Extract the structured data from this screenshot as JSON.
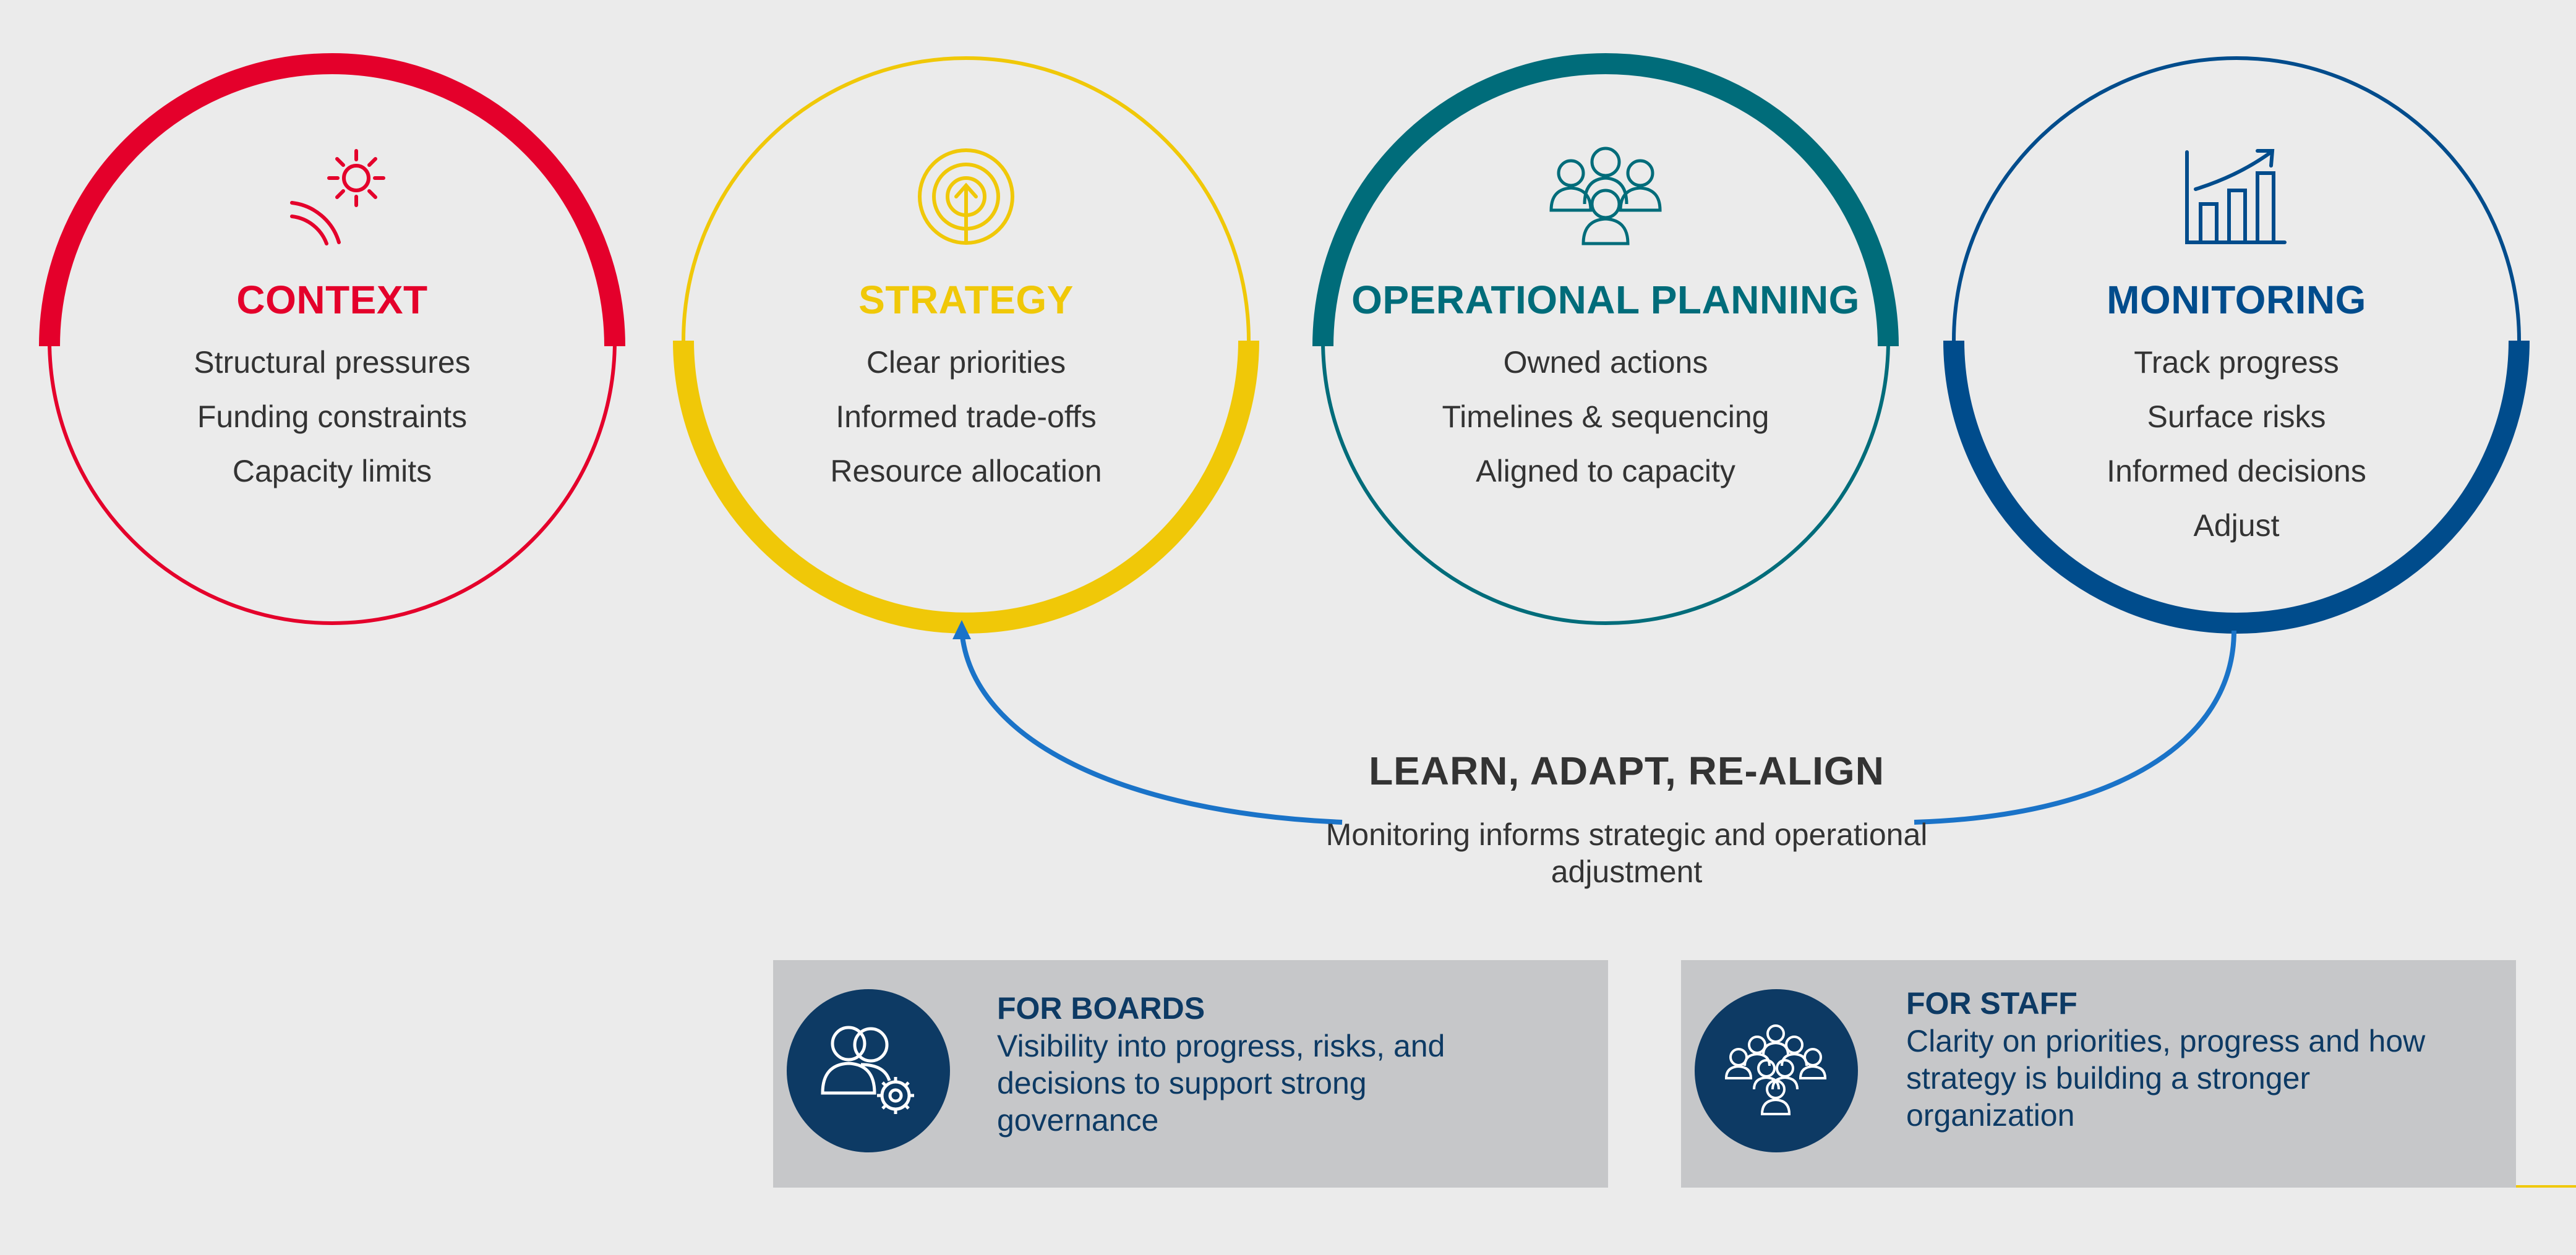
{
  "colors": {
    "context": "#e4002b",
    "strategy": "#f0c808",
    "operational": "#006c7a",
    "monitoring": "#004c8c",
    "loop_arrow": "#1a73c8",
    "panel_bg": "#c6c7c9",
    "panel_text": "#0d3a64"
  },
  "stages": [
    {
      "title": "CONTEXT",
      "icon": "sun-rays-icon",
      "items": [
        "Structural pressures",
        "Funding constraints",
        "Capacity limits"
      ]
    },
    {
      "title": "STRATEGY",
      "icon": "target-arrow-icon",
      "items": [
        "Clear priorities",
        "Informed trade-offs",
        "Resource allocation"
      ]
    },
    {
      "title": "OPERATIONAL PLANNING",
      "icon": "team-group-icon",
      "items": [
        "Owned actions",
        "Timelines & sequencing",
        "Aligned to capacity"
      ]
    },
    {
      "title": "MONITORING",
      "icon": "bar-chart-growth-icon",
      "items": [
        "Track progress",
        "Surface risks",
        "Informed decisions",
        "Adjust"
      ]
    }
  ],
  "loop": {
    "title": "LEARN, ADAPT, RE-ALIGN",
    "description": "Monitoring informs strategic and operational adjustment"
  },
  "panels": [
    {
      "title": "FOR BOARDS",
      "icon": "board-members-gear-icon",
      "description": "Visibility into progress, risks, and decisions to support strong governance"
    },
    {
      "title": "FOR STAFF",
      "icon": "staff-group-icon",
      "description": "Clarity on priorities, progress and how strategy is building a stronger organization"
    }
  ]
}
